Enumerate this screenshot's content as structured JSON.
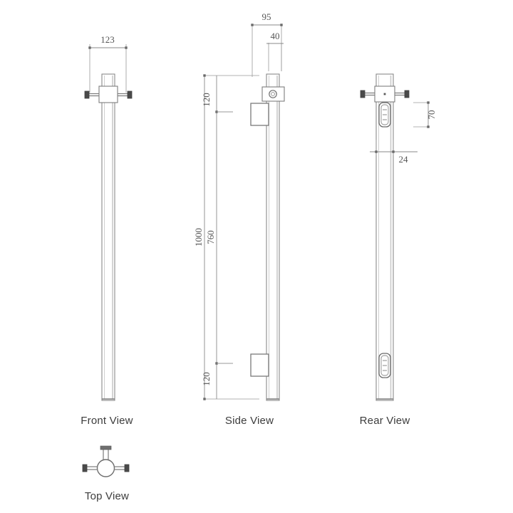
{
  "drawing": {
    "title_views": [
      "Front View",
      "Side View",
      "Rear View",
      "Top View"
    ],
    "labels": {
      "front": "Front View",
      "side": "Side View",
      "rear": "Rear View",
      "top": "Top View"
    },
    "colors": {
      "line": "#8a8a8a",
      "line_dark": "#5a5a5a",
      "dimension": "#8a8a8a",
      "text": "#555555",
      "label_text": "#3c3c3c",
      "background": "#ffffff"
    },
    "dimensions": {
      "front_width": "123",
      "side_width_total": "95",
      "side_width_bracket": "40",
      "side_top_offset": "120",
      "side_overall_height": "1000",
      "side_center_height": "760",
      "side_bottom_offset": "120",
      "rear_slot_height": "70",
      "rear_post_width": "24"
    },
    "units": "mm"
  }
}
